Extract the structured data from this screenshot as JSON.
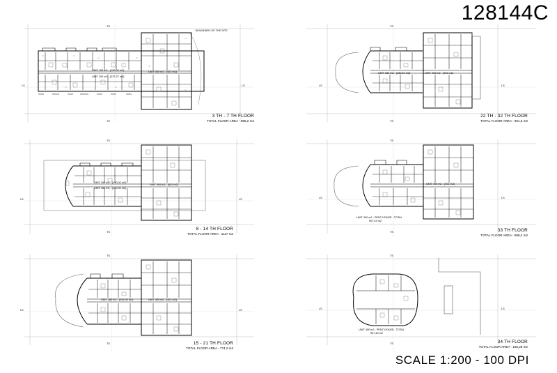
{
  "sheet": {
    "code": "128144C",
    "scale": "SCALE  1:200  -  100 DPI",
    "boundary_note": "BOUNDARY OF THE SITE",
    "axis_labels": {
      "top": "TS",
      "bottom": "TS",
      "left": "LS",
      "right": "LS"
    }
  },
  "plans": [
    {
      "id": "p1",
      "title": "3 TH - 7 TH FLOOR",
      "area": "TOTAL FLOOR AREA - 998,2 m2",
      "unit_lines": [
        "UNIT 150 m2 - (190,00 m2)",
        "UNIT 200 m2 - (237,37 m2)",
        "UNIT 400 m2 - (401 m2)"
      ],
      "extra": []
    },
    {
      "id": "p2",
      "title": "22 TH - 32 TH FLOOR",
      "area": "TOTAL FLOOR AREA - 891,5 m2",
      "unit_lines": [
        "UNIT 180 m2 - (180,61 m2)",
        "UNIT 400 m2 - (401 m2)"
      ],
      "extra": []
    },
    {
      "id": "p3",
      "title": "8 - 14 TH FLOOR",
      "area": "TOTAL FLOOR AREA - 1117 m2",
      "unit_lines": [
        "UNIT 150 m2 - (190,00 m2)",
        "UNIT 150 m2 - (150,00 m2)",
        "UNIT 400 m2 - (401 m2)"
      ],
      "extra": []
    },
    {
      "id": "p4",
      "title": "33 TH FLOOR",
      "area": "TOTAL FLOOR AREA - 898,2 m2",
      "unit_lines": [
        "UNIT 400 m2 - (401 m2)"
      ],
      "extra": [
        "UNIT 400 m2 - PENT HOUSE - TOTAL",
        "507,43 m2"
      ]
    },
    {
      "id": "p5",
      "title": "15 - 21 TH FLOOR",
      "area": "TOTAL FLOOR AREA - 774,2 m2",
      "unit_lines": [
        "UNIT 280 m2 - (292,00 m2)",
        "UNIT 400 m2 - (401 m2)"
      ],
      "extra": []
    },
    {
      "id": "p6",
      "title": "34 TH FLOOR",
      "area": "TOTAL FLOOR AREA - 165,28 m2",
      "unit_lines": [
        "UNIT 400 m2 - PENT HOUSE - TOTAL",
        "507,43 m2"
      ],
      "extra": []
    }
  ]
}
